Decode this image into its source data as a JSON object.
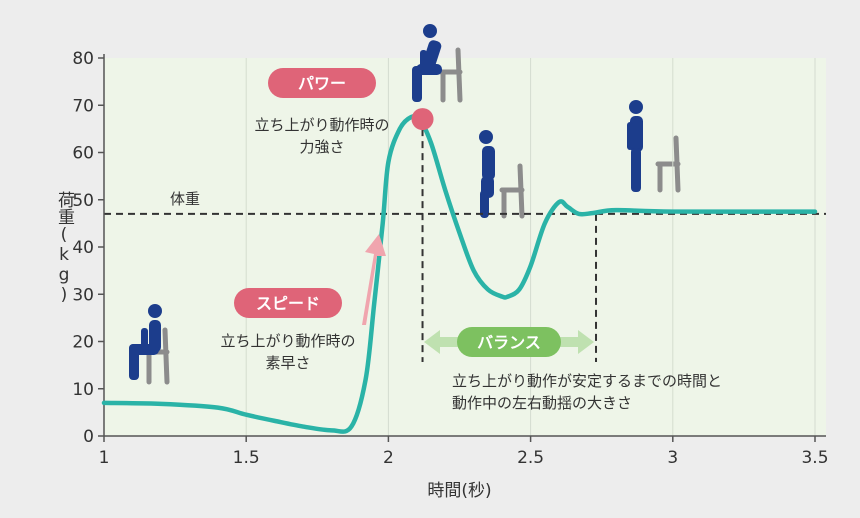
{
  "chart_data": {
    "type": "line",
    "xlabel": "時間(秒)",
    "ylabel": "荷重(kg)",
    "xlim": [
      1,
      3.5
    ],
    "ylim": [
      0,
      80
    ],
    "xticks": [
      1,
      1.5,
      2,
      2.5,
      3,
      3.5
    ],
    "xtick_labels": [
      "1",
      "1.5",
      "2",
      "2.5",
      "3",
      "3.5"
    ],
    "yticks": [
      0,
      10,
      20,
      30,
      40,
      50,
      60,
      70,
      80
    ],
    "series": [
      {
        "x": [
          1.0,
          1.2,
          1.4,
          1.5,
          1.6,
          1.7,
          1.8,
          1.87,
          1.92,
          1.95,
          1.98,
          2.0,
          2.04,
          2.08,
          2.11,
          2.15,
          2.2,
          2.25,
          2.3,
          2.35,
          2.4,
          2.42,
          2.46,
          2.5,
          2.55,
          2.6,
          2.63,
          2.67,
          2.72,
          2.8,
          3.0,
          3.5
        ],
        "y": [
          7,
          6.8,
          6,
          4.5,
          3.2,
          2,
          1.2,
          2,
          12,
          28,
          45,
          58,
          65,
          67.5,
          67,
          62,
          52,
          43,
          35,
          31,
          29.5,
          29.5,
          31,
          36,
          45,
          49.5,
          48.5,
          47,
          47.2,
          47.8,
          47.5,
          47.5
        ],
        "color": "#2ab3a7"
      }
    ],
    "body_weight": {
      "value": 47,
      "label": "体重"
    },
    "peak": {
      "x": 2.12,
      "y": 67.5
    },
    "balance_range": {
      "start": 2.12,
      "end": 2.73
    },
    "annotations": {
      "power": {
        "label": "パワー",
        "desc": [
          "立ち上がり動作時の",
          "力強さ"
        ]
      },
      "speed": {
        "label": "スピード",
        "desc": [
          "立ち上がり動作時の",
          "素早さ"
        ]
      },
      "balance": {
        "label": "バランス",
        "desc": [
          "立ち上がり動作が安定するまでの時間と",
          "動作中の左右動揺の大きさ"
        ]
      }
    },
    "colors": {
      "plot_background": "#eef5e8",
      "line": "#2ab3a7",
      "pill": "#df6478",
      "speed_arrow": "#f0a5ae",
      "balance_pill": "#7dc160",
      "balance_arrow": "#bfe1b0",
      "figure": "#1c3d8c",
      "chair": "#8c8c8c"
    }
  }
}
